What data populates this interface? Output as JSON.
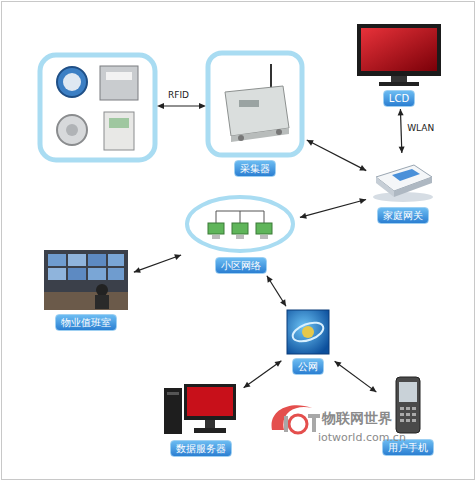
{
  "diagram": {
    "nodes": [
      {
        "text": [
          "采集器"
        ]
      },
      {
        "text": [
          "LCD"
        ]
      },
      {
        "text": [
          "家庭网关"
        ]
      },
      {
        "text": [
          "小区网络"
        ]
      },
      {
        "text": [
          "物业值班室"
        ]
      },
      {
        "text": [
          "公网"
        ]
      },
      {
        "text": [
          "数据服务器"
        ]
      },
      {
        "text": [
          "用户手机"
        ]
      }
    ],
    "edges": [
      {
        "from": 0,
        "to": 2,
        "arrow": "both"
      },
      {
        "from": 1,
        "to": 2,
        "label": "WLAN",
        "arrow": "both"
      },
      {
        "from": 2,
        "to": 3,
        "arrow": "both"
      },
      {
        "from": 3,
        "to": 4,
        "arrow": "both"
      },
      {
        "from": 3,
        "to": 5,
        "arrow": "both"
      },
      {
        "from": 5,
        "to": 6,
        "arrow": "both"
      },
      {
        "from": 5,
        "to": 7,
        "arrow": "both"
      }
    ],
    "labels": [
      "RFID",
      "物联网世界",
      "iotworld.com.cn"
    ]
  }
}
